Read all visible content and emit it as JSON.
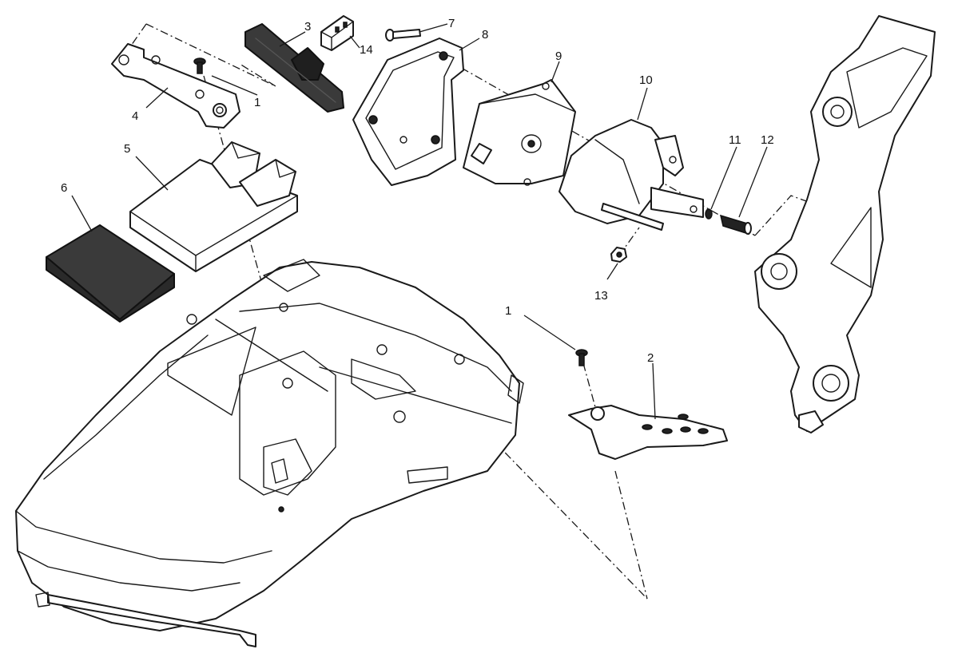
{
  "title": "Exploded parts diagram",
  "callouts": [
    {
      "id": "c1a",
      "label": "1"
    },
    {
      "id": "c1b",
      "label": "1"
    },
    {
      "id": "c2",
      "label": "2"
    },
    {
      "id": "c3",
      "label": "3"
    },
    {
      "id": "c4",
      "label": "4"
    },
    {
      "id": "c5",
      "label": "5"
    },
    {
      "id": "c6",
      "label": "6"
    },
    {
      "id": "c7",
      "label": "7"
    },
    {
      "id": "c8",
      "label": "8"
    },
    {
      "id": "c9",
      "label": "9"
    },
    {
      "id": "c10",
      "label": "10"
    },
    {
      "id": "c11",
      "label": "11"
    },
    {
      "id": "c12",
      "label": "12"
    },
    {
      "id": "c13",
      "label": "13"
    },
    {
      "id": "c14",
      "label": "14"
    }
  ]
}
